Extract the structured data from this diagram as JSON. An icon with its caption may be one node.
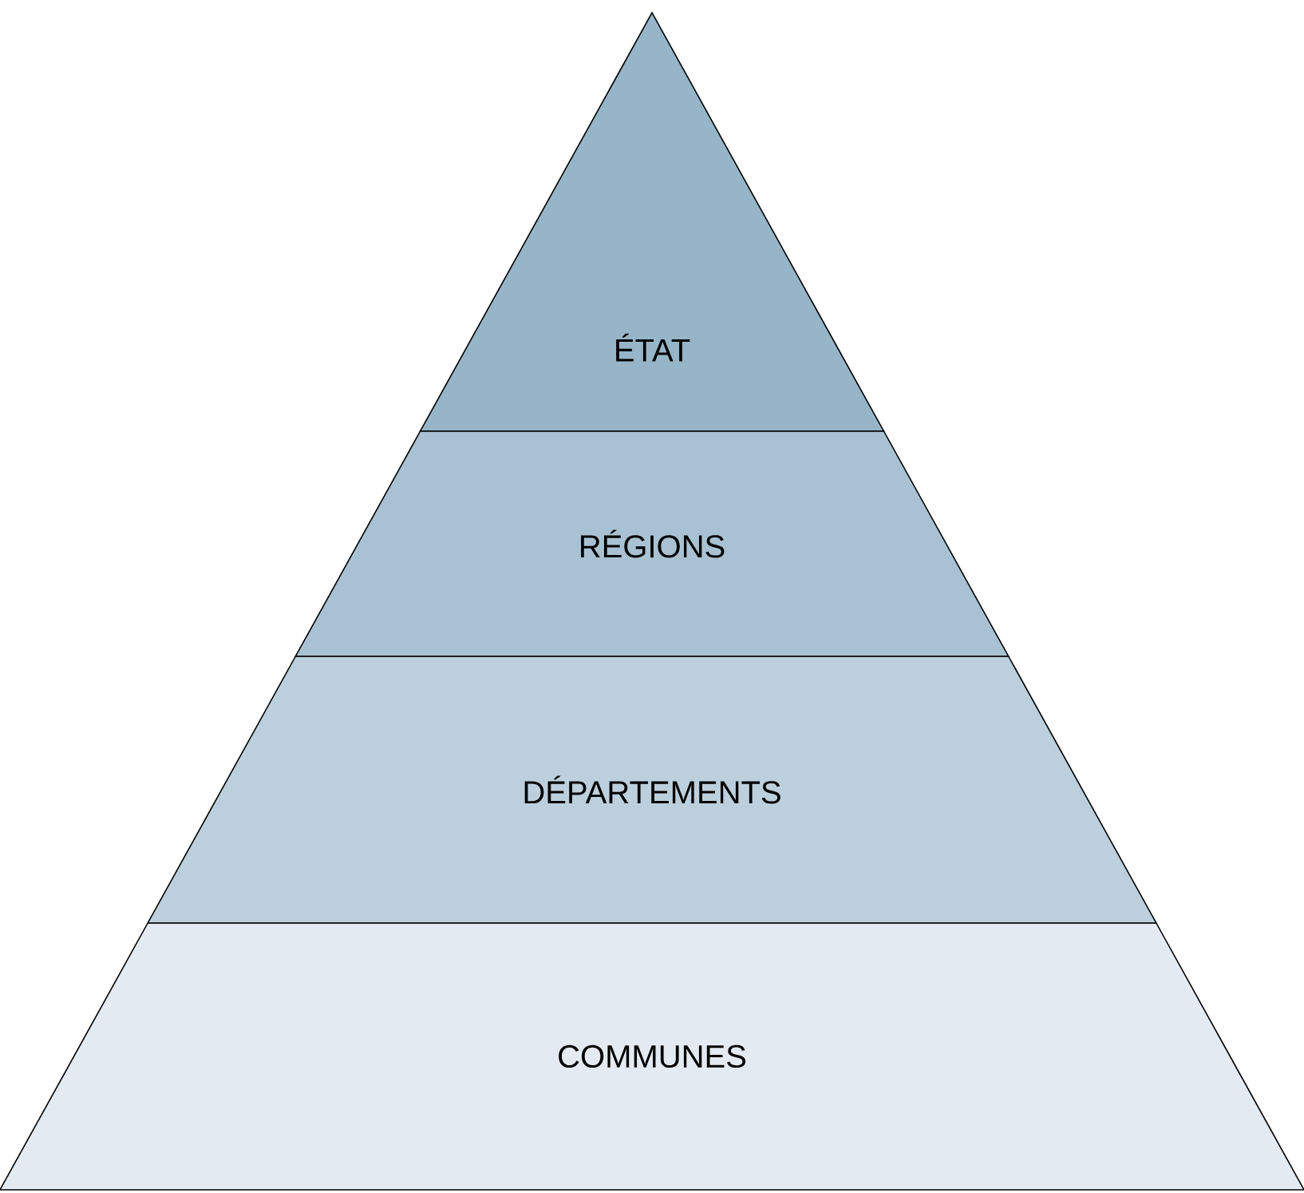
{
  "diagram": {
    "nodes": [
      {
        "text": [
          "ÉTAT"
        ]
      },
      {
        "text": [
          "RÉGIONS"
        ]
      },
      {
        "text": [
          "DÉPARTEMENTS"
        ]
      },
      {
        "text": [
          "COMMUNES"
        ]
      }
    ]
  }
}
